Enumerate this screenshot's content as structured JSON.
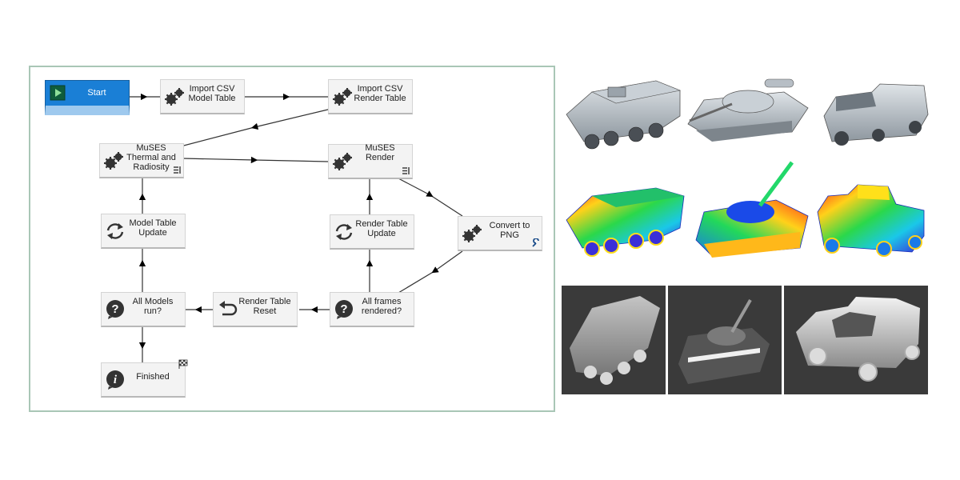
{
  "workflow": {
    "nodes": {
      "start": {
        "label": "Start",
        "icon": "play-icon"
      },
      "import_model": {
        "label": "Import CSV Model Table",
        "icon": "gears-icon"
      },
      "import_render": {
        "label": "Import CSV Render Table",
        "icon": "gears-icon"
      },
      "muses_thermal": {
        "label": "MuSES Thermal and Radiosity",
        "icon": "gears-icon"
      },
      "muses_render": {
        "label": "MuSES Render",
        "icon": "gears-icon"
      },
      "model_update": {
        "label": "Model Table Update",
        "icon": "refresh-icon"
      },
      "render_update": {
        "label": "Render Table Update",
        "icon": "refresh-icon"
      },
      "convert_png": {
        "label": "Convert to PNG",
        "icon": "gears-icon"
      },
      "all_models": {
        "label": "All Models run?",
        "icon": "question-icon"
      },
      "render_reset": {
        "label": "Render Table Reset",
        "icon": "undo-icon"
      },
      "all_frames": {
        "label": "All frames rendered?",
        "icon": "question-icon"
      },
      "finished": {
        "label": "Finished",
        "icon": "info-icon"
      }
    }
  },
  "gallery": {
    "rows": [
      {
        "style": "grey-shaded",
        "vehicles": [
          "wheeled-apc",
          "tank",
          "pickup-truck"
        ]
      },
      {
        "style": "thermal-colormap",
        "vehicles": [
          "wheeled-apc",
          "tank",
          "pickup-truck"
        ]
      },
      {
        "style": "infrared-render",
        "vehicles": [
          "wheeled-apc",
          "tank",
          "pickup-truck"
        ]
      }
    ]
  }
}
